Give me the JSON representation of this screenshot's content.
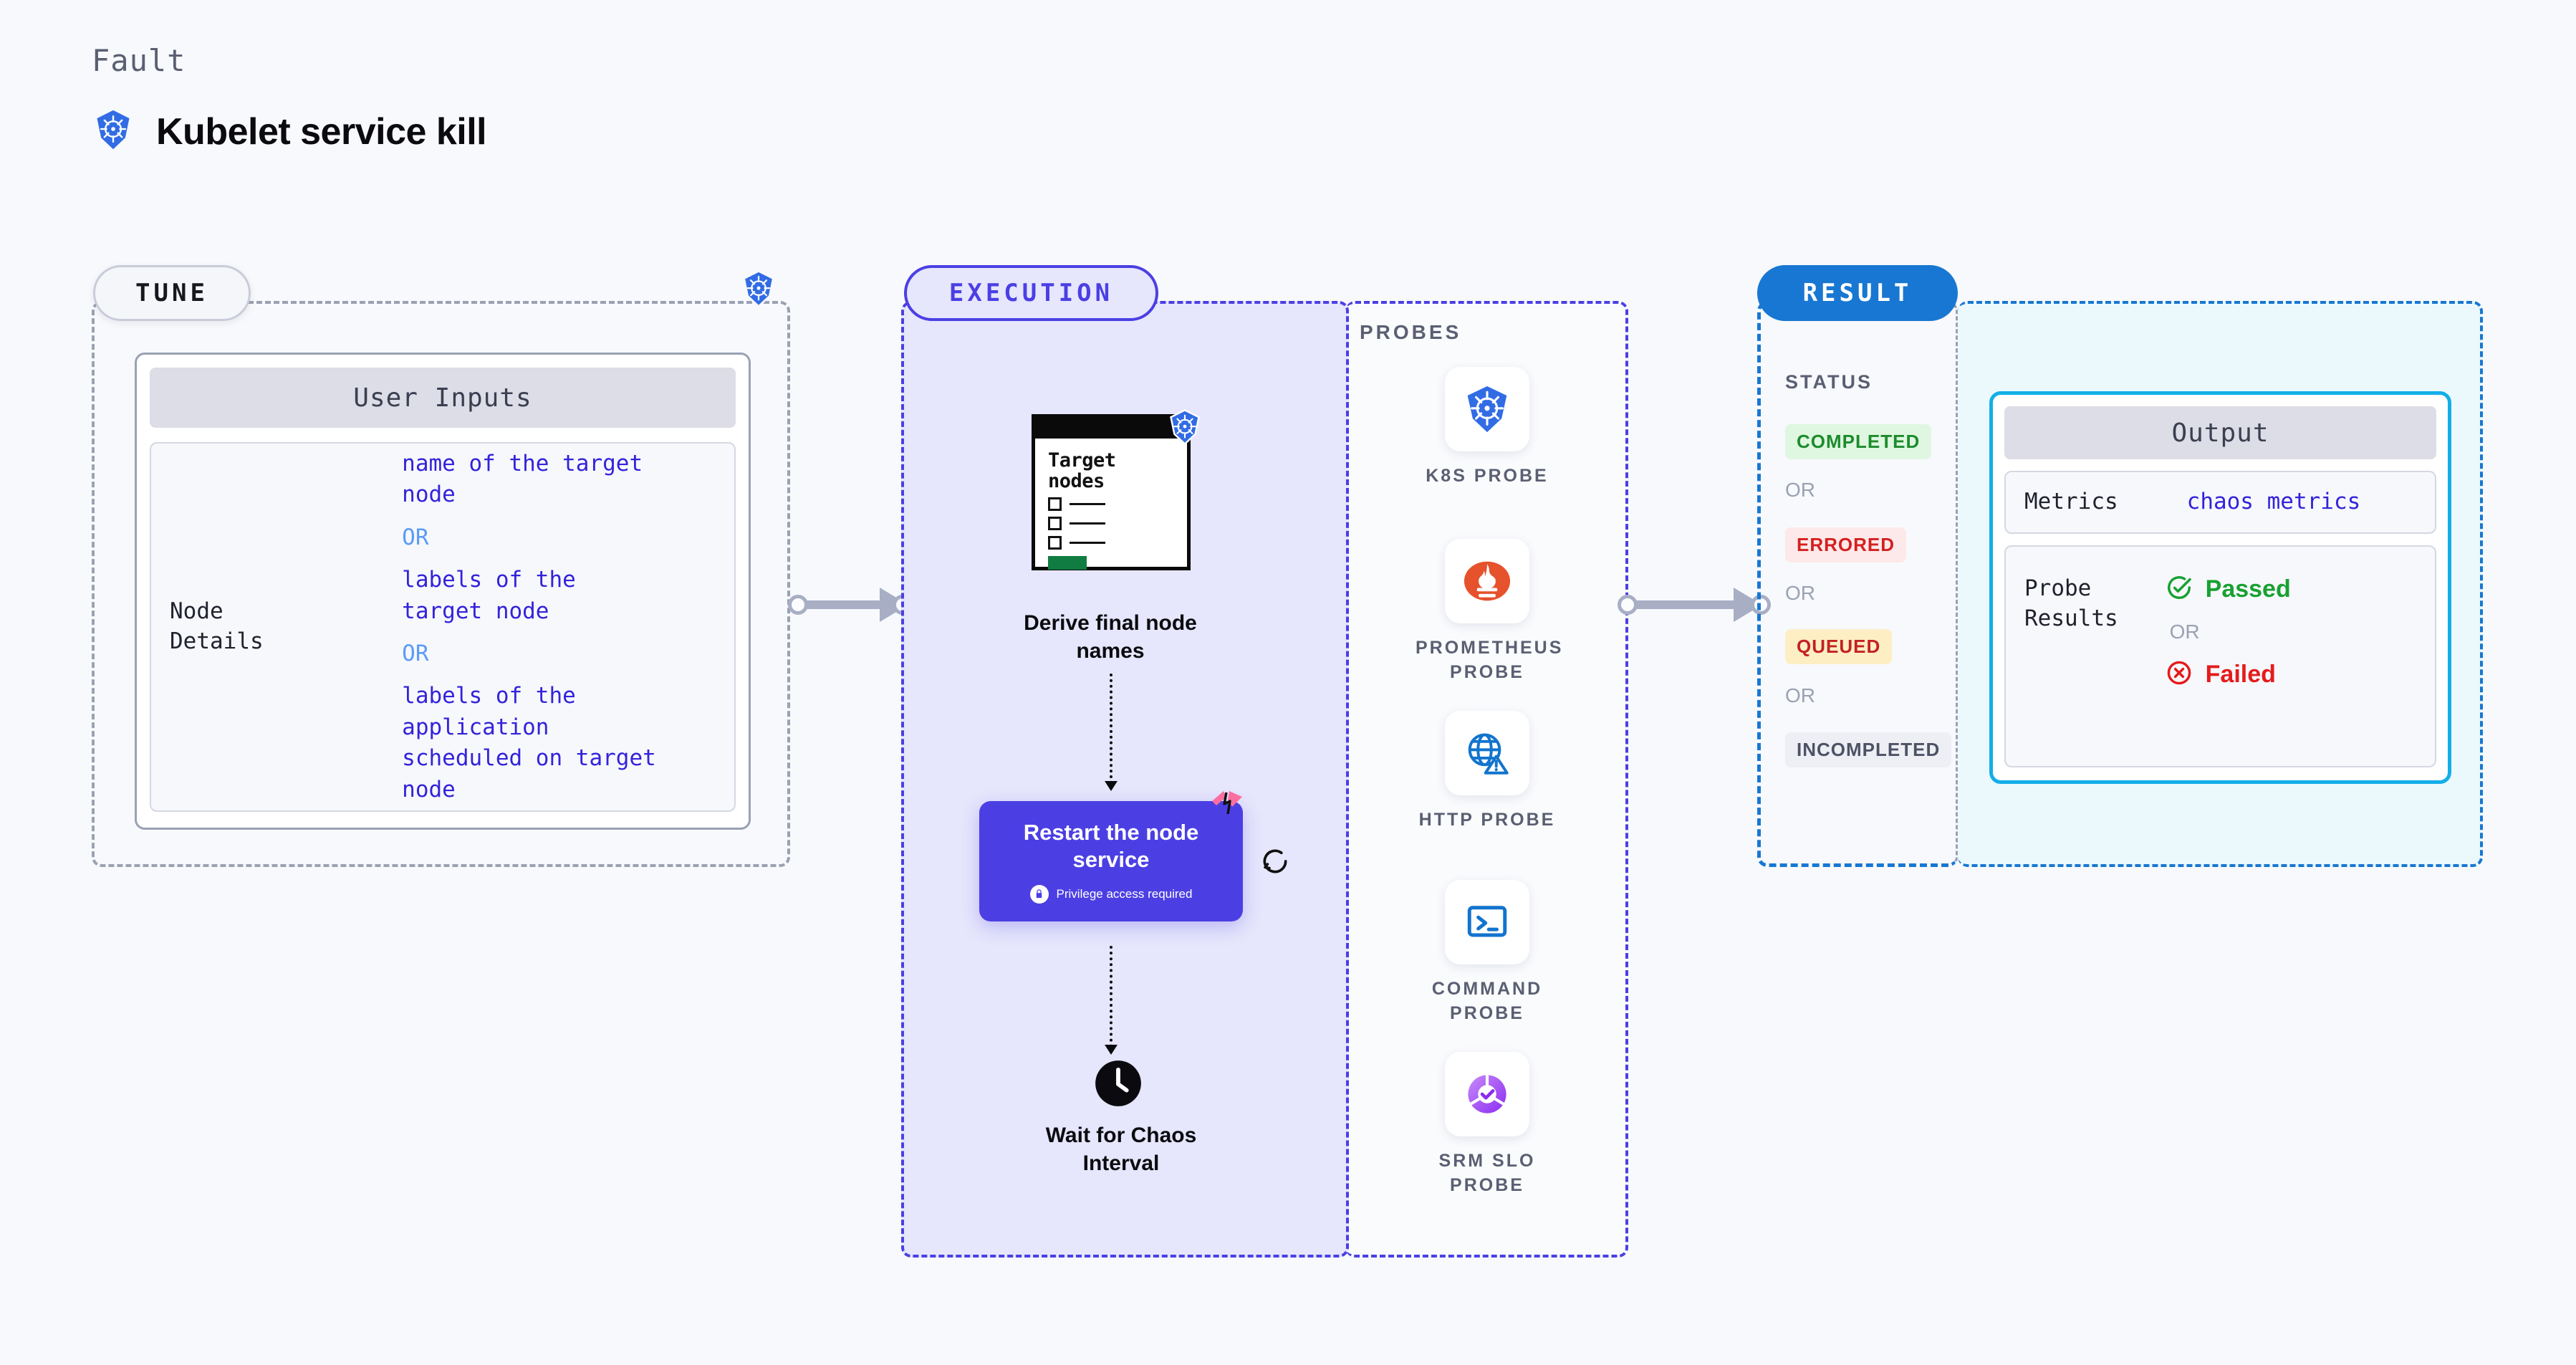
{
  "header": {
    "kicker": "Fault",
    "title": "Kubelet service kill",
    "icon": "kubernetes-icon"
  },
  "tune": {
    "pill_label": "TUNE",
    "badge_icon": "kubernetes-icon",
    "card": {
      "header": "User Inputs",
      "rows": [
        {
          "key": "Node Details",
          "options": [
            "name of the target\nnode",
            "labels of the\ntarget node",
            "labels of the application\n scheduled on target node"
          ],
          "separator": "OR"
        }
      ]
    }
  },
  "execution": {
    "pill_label": "EXECUTION",
    "nodes": [
      {
        "id": "derive-node-names",
        "icon": "target-nodes-card-icon",
        "card_title": "Target\nnodes",
        "badge_icon": "kubernetes-icon",
        "label": "Derive final node\nnames"
      },
      {
        "id": "restart-node-service",
        "title": "Restart the node\nservice",
        "privilege_note": "Privilege access required",
        "privilege_icon": "lock-icon",
        "corner_icon": "harness-pink-icon",
        "side_icon": "rotate-ccw-icon"
      },
      {
        "id": "wait-chaos-interval",
        "icon": "clock-icon",
        "label": "Wait for Chaos\nInterval"
      }
    ]
  },
  "probes": {
    "title": "PROBES",
    "items": [
      {
        "name": "K8S PROBE",
        "icon": "kubernetes-icon"
      },
      {
        "name": "PROMETHEUS\nPROBE",
        "icon": "prometheus-icon"
      },
      {
        "name": "HTTP PROBE",
        "icon": "globe-warning-icon"
      },
      {
        "name": "COMMAND\nPROBE",
        "icon": "terminal-icon"
      },
      {
        "name": "SRM SLO\nPROBE",
        "icon": "srm-slo-donut-icon"
      }
    ]
  },
  "result": {
    "pill_label": "RESULT",
    "status_title": "STATUS",
    "separator": "OR",
    "statuses": [
      {
        "label": "COMPLETED",
        "color": "#1C8C2B",
        "bg": "#DFF7E1"
      },
      {
        "label": "ERRORED",
        "color": "#D42020",
        "bg": "#FDE9E9"
      },
      {
        "label": "QUEUED",
        "color": "#C32222",
        "bg": "#FDEEC4"
      },
      {
        "label": "INCOMPLETED",
        "color": "#4D5265",
        "bg": "#EEEFF5"
      }
    ],
    "output_card": {
      "header": "Output",
      "metrics_key": "Metrics",
      "metrics_value": "chaos metrics",
      "probe_results_key": "Probe\nResults",
      "passed_label": "Passed",
      "passed_icon": "check-circle-icon",
      "failed_label": "Failed",
      "failed_icon": "x-circle-icon",
      "separator": "OR"
    }
  },
  "colors": {
    "page_bg": "#F8F9FC",
    "tune_border": "#9AA1B3",
    "execution_accent": "#4B3FE4",
    "execution_bg": "#E6E6FC",
    "result_accent": "#1877D2",
    "output_bg": "#EBF9FD",
    "output_border": "#13AEE8",
    "k8s_blue": "#326CE5",
    "link_blue": "#3323DA",
    "or_blue": "#5B9BF8",
    "connector_gray": "#A8AEC4"
  }
}
